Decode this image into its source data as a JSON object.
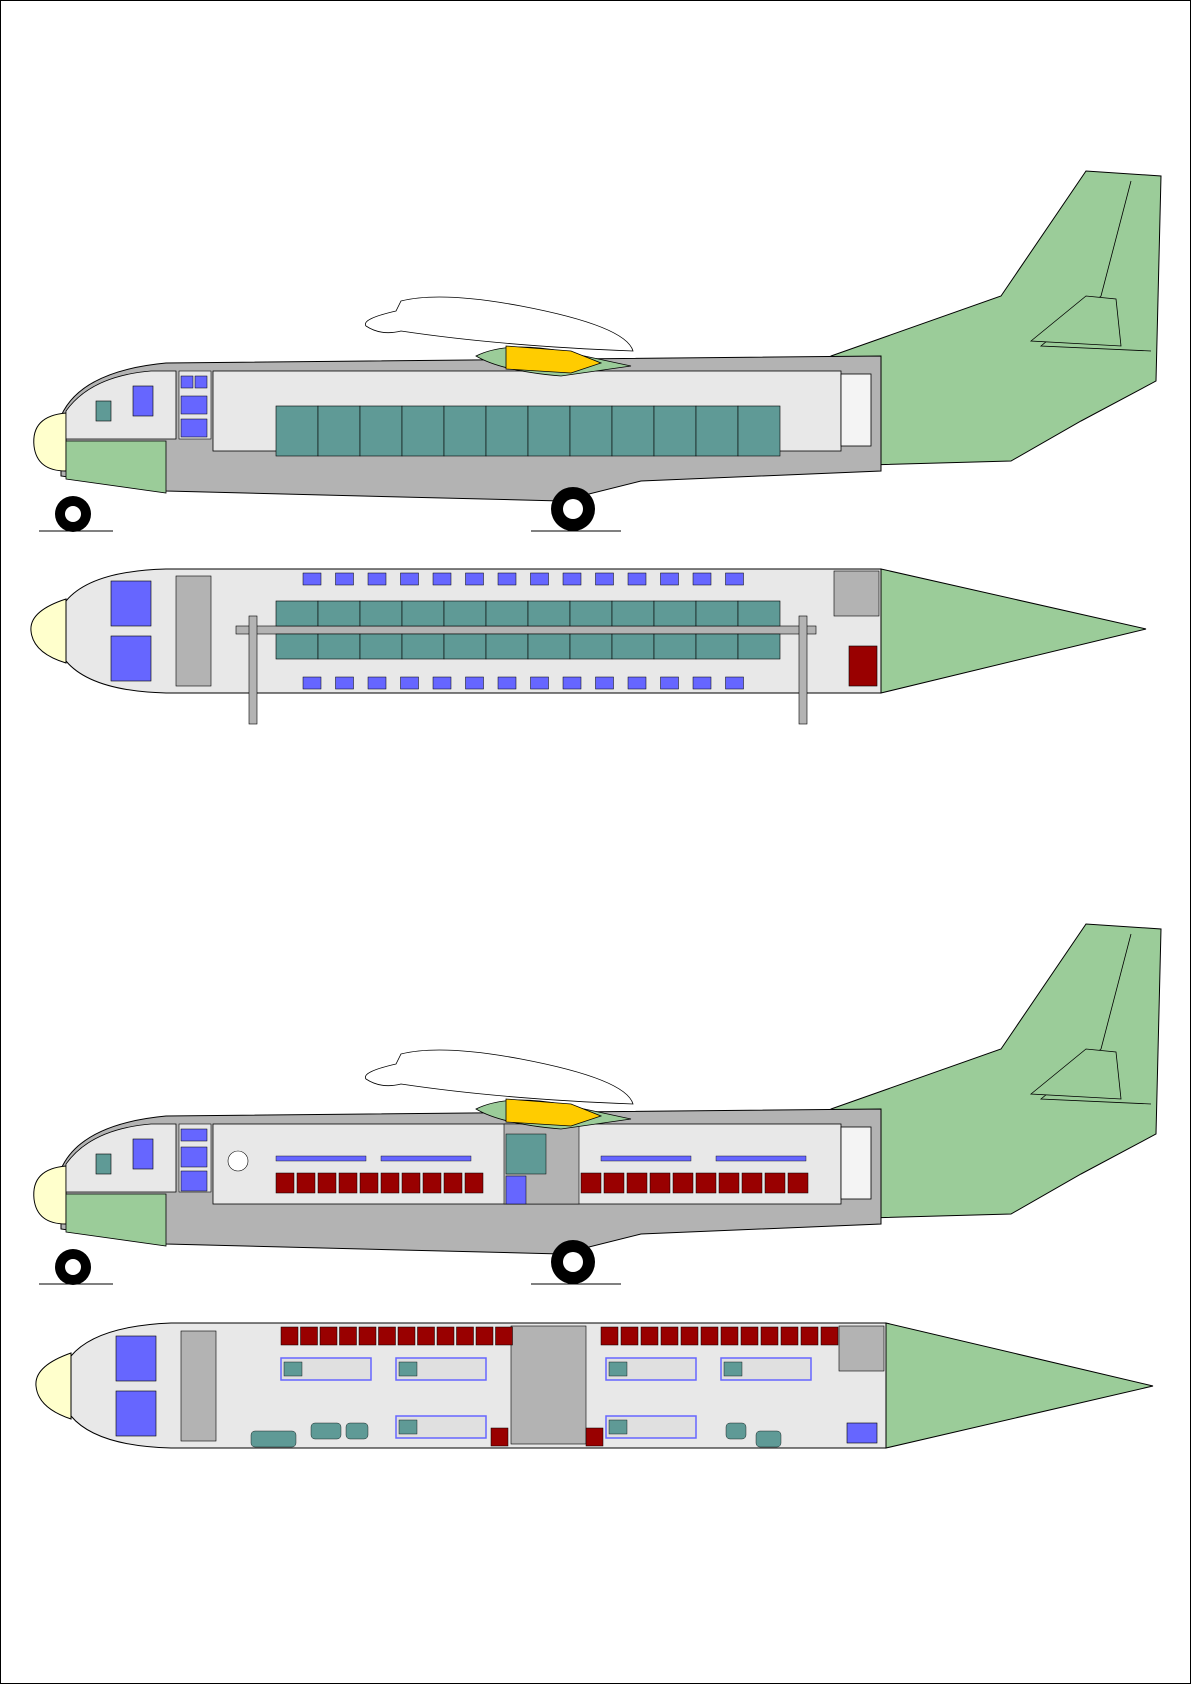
{
  "colors": {
    "tail_green": "#9bcc99",
    "fuselage_grey": "#b3b3b3",
    "cabin_light": "#e8e8e8",
    "nose_cone": "#ffffcc",
    "seat_blue": "#6666ff",
    "cargo_teal": "#5f9a96",
    "seat_red": "#990000",
    "nacelle_yellow": "#ffcc00",
    "outline": "#000000"
  },
  "views": [
    {
      "name": "cargo-side-view"
    },
    {
      "name": "cargo-plan-view"
    },
    {
      "name": "medical-side-view"
    },
    {
      "name": "medical-plan-view"
    }
  ]
}
